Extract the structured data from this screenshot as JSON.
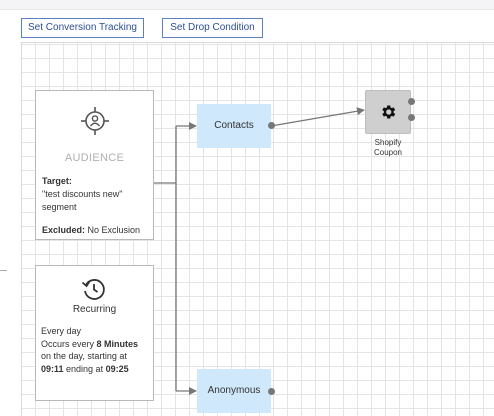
{
  "toolbar": {
    "conversion_label": "Set Conversion Tracking",
    "drop_label": "Set Drop Condition"
  },
  "audience": {
    "title": "AUDIENCE",
    "target_label": "Target:",
    "target_value": "\"test discounts new\" segment",
    "excluded_label": "Excluded:",
    "excluded_value": "No Exclusion"
  },
  "recurring": {
    "title": "Recurring",
    "line1": "Every day",
    "line2_prefix": "Occurs every ",
    "interval": "8 Minutes",
    "line3": "on the day, starting at",
    "start": "09:11",
    "ending_word": " ending at ",
    "end": "09:25"
  },
  "nodes": {
    "contacts": "Contacts",
    "anonymous": "Anonymous",
    "shopify_line1": "Shopify",
    "shopify_line2": "Coupon"
  },
  "colors": {
    "node_bg": "#cfe8fb",
    "button_border": "#5b7fbf",
    "button_text": "#2c4e94",
    "connector": "#777777"
  },
  "icons": {
    "audience": "target-person-icon",
    "recurring": "history-clock-icon",
    "shopify": "gear-icon"
  }
}
